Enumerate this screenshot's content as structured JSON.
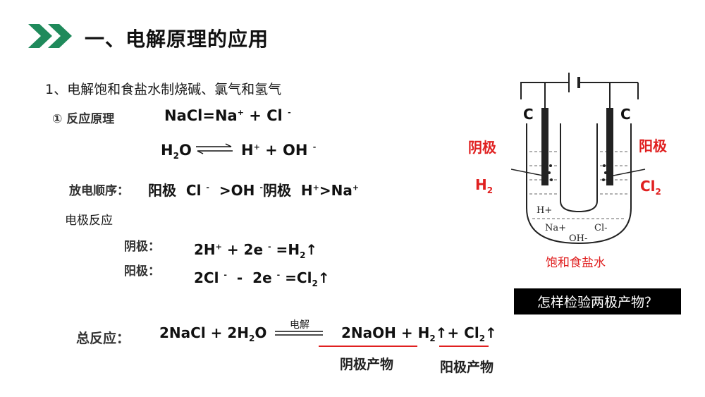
{
  "title": "一、电解原理的应用",
  "section1": "1、电解饱和食盐水制烧碱、氯气和氢气",
  "principle": {
    "label": "① 反应原理",
    "eq1": "NaCl=Na+ + Cl -",
    "eq2_left": "H2O",
    "eq2_right": "H+ + OH -"
  },
  "discharge": {
    "label": "放电顺序：",
    "text": "阳极  Cl - >OH -阴极  H+>Na+"
  },
  "electrode": {
    "label": "电极反应",
    "cathode_label": "阴极：",
    "cathode_eq": "2H+ + 2e - =H2↑",
    "anode_label": "阳极：",
    "anode_eq": "2Cl - - 2e - =Cl2↑"
  },
  "total": {
    "label": "总反应：",
    "left": "2NaCl + 2H2O",
    "condition": "电解",
    "right": "2NaOH + H2↑+ Cl2↑",
    "cathode_product": "阴极产物",
    "anode_product": "阳极产物"
  },
  "diagram": {
    "electrode_left": "C",
    "electrode_right": "C",
    "cathode": "阴极",
    "anode": "阳极",
    "gas_left": "H2",
    "gas_right": "Cl2",
    "ion_h": "H+",
    "ion_na": "Na+",
    "ion_oh": "OH-",
    "ion_cl": "Cl-",
    "solution": "饱和食盐水"
  },
  "question": "怎样检验两极产物？",
  "colors": {
    "accent_green": "#1f8a5b",
    "red": "#e02020"
  }
}
